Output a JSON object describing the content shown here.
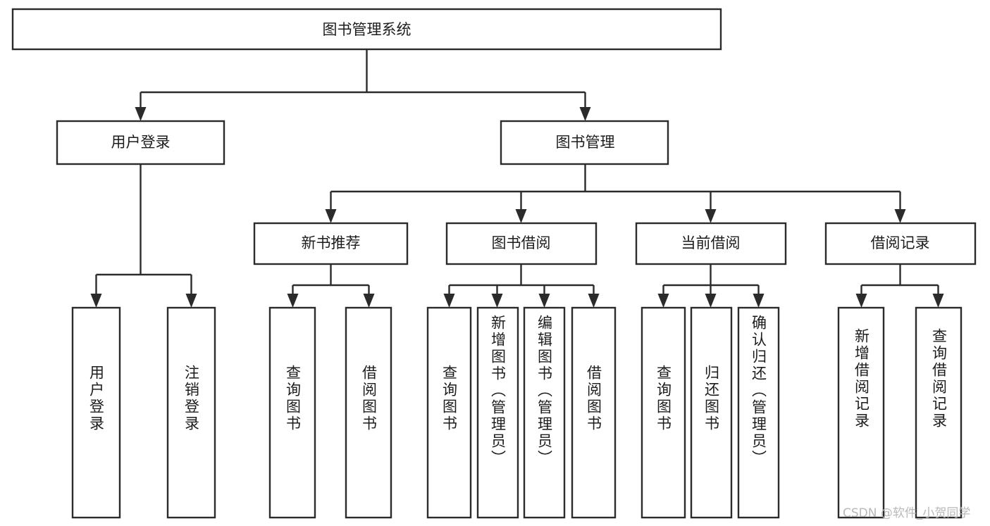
{
  "diagram": {
    "type": "hierarchy-tree",
    "orientation": "top-down",
    "title": "图书管理系统",
    "levels": 4,
    "colors": {
      "box_stroke": "#2b2b2b",
      "box_fill": "#ffffff",
      "connector": "#2b2b2b",
      "text": "#1c1c1c",
      "background": "#ffffff",
      "watermark": "#b9b9b9"
    }
  },
  "nodes": {
    "root": {
      "id": "root",
      "label": "图书管理系统",
      "level": 1,
      "orientation": "horizontal"
    },
    "level2": [
      {
        "id": "user-login",
        "label": "用户登录",
        "level": 2,
        "orientation": "horizontal"
      },
      {
        "id": "book-management",
        "label": "图书管理",
        "level": 2,
        "orientation": "horizontal"
      }
    ],
    "level3": [
      {
        "id": "new-book-recommend",
        "label": "新书推荐",
        "level": 3,
        "orientation": "horizontal",
        "parent": "book-management"
      },
      {
        "id": "book-borrow",
        "label": "图书借阅",
        "level": 3,
        "orientation": "horizontal",
        "parent": "book-management"
      },
      {
        "id": "current-borrow",
        "label": "当前借阅",
        "level": 3,
        "orientation": "horizontal",
        "parent": "book-management"
      },
      {
        "id": "borrow-record",
        "label": "借阅记录",
        "level": 3,
        "orientation": "horizontal",
        "parent": "book-management"
      }
    ],
    "leaves": [
      {
        "id": "leaf-user-login",
        "label": "用户登录",
        "parent": "user-login",
        "orientation": "vertical"
      },
      {
        "id": "leaf-logout-login",
        "label": "注销登录",
        "parent": "user-login",
        "orientation": "vertical"
      },
      {
        "id": "leaf-query-book-recommend",
        "label": "查询图书",
        "parent": "new-book-recommend",
        "orientation": "vertical"
      },
      {
        "id": "leaf-borrow-book-recommend",
        "label": "借阅图书",
        "parent": "new-book-recommend",
        "orientation": "vertical"
      },
      {
        "id": "leaf-query-book-borrow",
        "label": "查询图书",
        "parent": "book-borrow",
        "orientation": "vertical"
      },
      {
        "id": "leaf-add-book-admin",
        "label": "新增图书（管理员）",
        "parent": "book-borrow",
        "orientation": "vertical"
      },
      {
        "id": "leaf-edit-book-admin",
        "label": "编辑图书（管理员）",
        "parent": "book-borrow",
        "orientation": "vertical"
      },
      {
        "id": "leaf-borrow-book",
        "label": "借阅图书",
        "parent": "book-borrow",
        "orientation": "vertical"
      },
      {
        "id": "leaf-query-book-current",
        "label": "查询图书",
        "parent": "current-borrow",
        "orientation": "vertical"
      },
      {
        "id": "leaf-return-book",
        "label": "归还图书",
        "parent": "current-borrow",
        "orientation": "vertical"
      },
      {
        "id": "leaf-confirm-return-admin",
        "label": "确认归还（管理员）",
        "parent": "current-borrow",
        "orientation": "vertical"
      },
      {
        "id": "leaf-add-borrow-record",
        "label": "新增借阅记录",
        "parent": "borrow-record",
        "orientation": "vertical"
      },
      {
        "id": "leaf-query-borrow-record",
        "label": "查询借阅记录",
        "parent": "borrow-record",
        "orientation": "vertical"
      }
    ]
  },
  "watermark": {
    "text": "CSDN @软件_小贺同学"
  }
}
